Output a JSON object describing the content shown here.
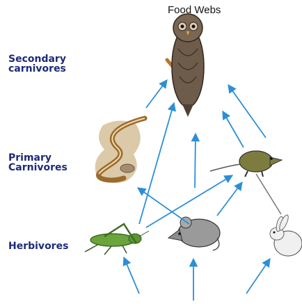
{
  "title": "Food Webs",
  "levels": {
    "secondary": [
      "Secondary",
      "carnivores"
    ],
    "primary": [
      "Primary",
      "Carnivores"
    ],
    "herbivores": "Herbivores"
  },
  "organisms": [
    "owl",
    "snake",
    "shrew",
    "grasshopper",
    "mouse",
    "rabbit"
  ],
  "colors": {
    "label": "#1e2a78",
    "arrow": "#2b8fd6",
    "line": "#777777"
  }
}
